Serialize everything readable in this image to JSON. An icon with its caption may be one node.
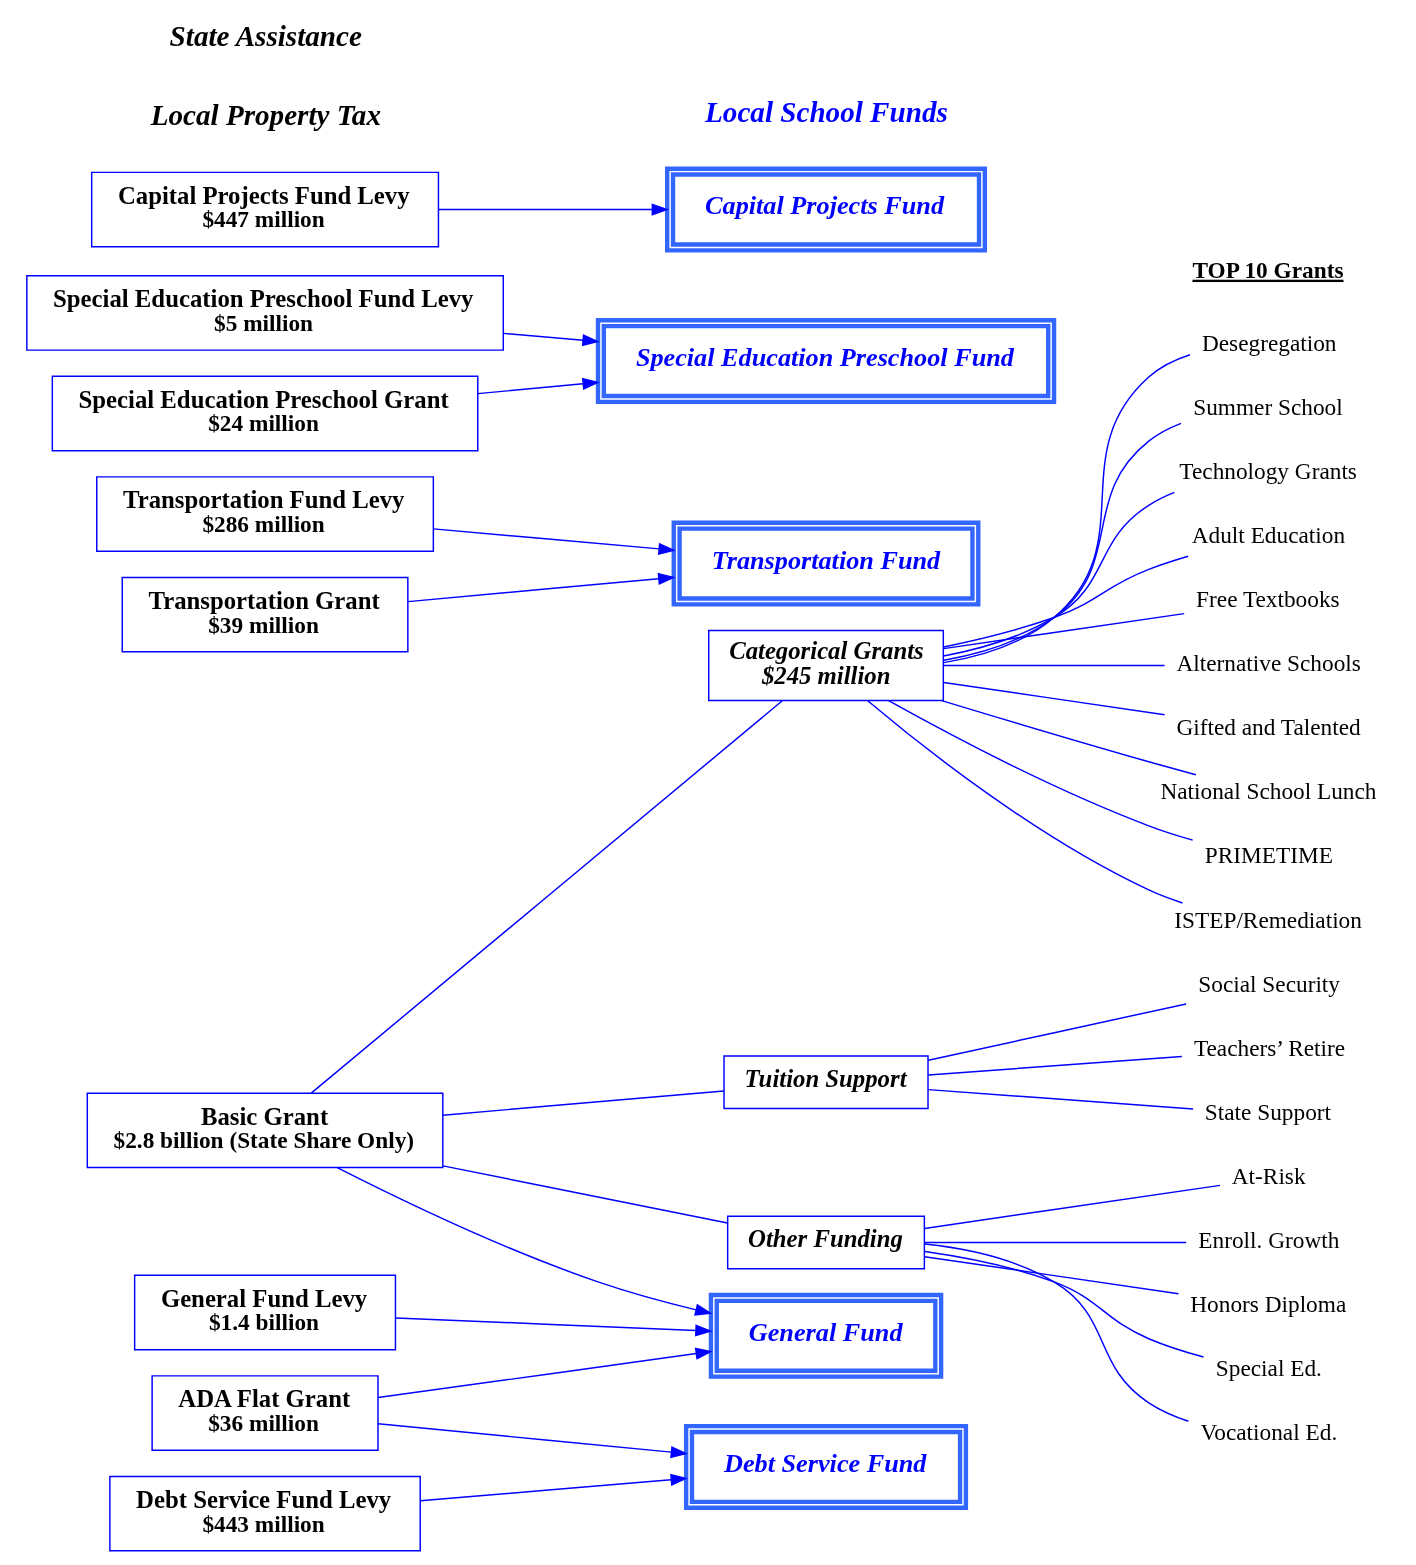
{
  "diagram": {
    "nodes": [
      {
        "text": [
          "General Fund Levy",
          "$1.4 billion"
        ]
      },
      {
        "text": [
          "General Fund"
        ]
      },
      {
        "text": [
          "Basic Grant",
          "$2.8 billion (State Share Only)"
        ]
      },
      {
        "text": [
          "Debt Service Fund Levy",
          "$443 million"
        ]
      },
      {
        "text": [
          "Debt Service Fund"
        ]
      },
      {
        "text": [
          "Tuition Support"
        ]
      },
      {
        "text": [
          "Other Funding"
        ]
      },
      {
        "text": [
          "State Support"
        ]
      },
      {
        "text": [
          "Social Security"
        ]
      },
      {
        "text": [
          "Teachers’ Retire"
        ]
      },
      {
        "text": [
          "Special Ed."
        ]
      },
      {
        "text": [
          "Vocational Ed."
        ]
      },
      {
        "text": [
          "At-Risk"
        ]
      },
      {
        "text": [
          "Enroll. Growth"
        ]
      },
      {
        "text": [
          "Honors Diploma"
        ]
      },
      {
        "text": [
          "Transportation Fund Levy",
          "$286 million"
        ]
      },
      {
        "text": [
          "Transportation Fund"
        ]
      },
      {
        "text": [
          "Categorical Grants",
          "$245 million"
        ]
      },
      {
        "text": [
          "PRIMETIME"
        ]
      },
      {
        "text": [
          "ISTEP/Remediation"
        ]
      },
      {
        "text": [
          "Desegregation"
        ]
      },
      {
        "text": [
          "Summer School"
        ]
      },
      {
        "text": [
          "Technology Grants"
        ]
      },
      {
        "text": [
          "Adult Education"
        ]
      },
      {
        "text": [
          "Free Textbooks"
        ]
      },
      {
        "text": [
          "Alternative Schools"
        ]
      },
      {
        "text": [
          "Gifted and Talented"
        ]
      },
      {
        "text": [
          "National School Lunch"
        ]
      },
      {
        "text": [
          "Special Education Preschool Fund Levy",
          "$5 million"
        ]
      },
      {
        "text": [
          "Special Education Preschool Fund"
        ]
      },
      {
        "text": [
          "Capital Projects Fund Levy",
          "$447 million"
        ]
      },
      {
        "text": [
          "Capital Projects Fund"
        ]
      },
      {
        "text": [
          "ADA Flat Grant",
          "$36 million"
        ]
      },
      {
        "text": [
          "Transportation Grant",
          "$39 million"
        ]
      },
      {
        "text": [
          "Special Education Preschool Grant",
          "$24 million"
        ]
      }
    ],
    "edges": [
      {
        "from": 0,
        "to": 1,
        "arrow": "to"
      },
      {
        "from": 3,
        "to": 4,
        "arrow": "to"
      },
      {
        "from": 15,
        "to": 16,
        "arrow": "to"
      },
      {
        "from": 28,
        "to": 29,
        "arrow": "to"
      },
      {
        "from": 30,
        "to": 31,
        "arrow": "to"
      },
      {
        "from": 2,
        "to": 1,
        "arrow": "to"
      },
      {
        "from": 32,
        "to": 1,
        "arrow": "to"
      },
      {
        "from": 32,
        "to": 4,
        "arrow": "to"
      },
      {
        "from": 33,
        "to": 16,
        "arrow": "to"
      },
      {
        "from": 34,
        "to": 29,
        "arrow": "to"
      },
      {
        "from": 2,
        "to": 5,
        "arrow": "none"
      },
      {
        "from": 2,
        "to": 6,
        "arrow": "none"
      },
      {
        "from": 2,
        "to": 17,
        "arrow": "none"
      },
      {
        "from": 5,
        "to": 7,
        "arrow": "none"
      },
      {
        "from": 5,
        "to": 8,
        "arrow": "none"
      },
      {
        "from": 5,
        "to": 9,
        "arrow": "none"
      },
      {
        "from": 6,
        "to": 10,
        "arrow": "none"
      },
      {
        "from": 6,
        "to": 11,
        "arrow": "none"
      },
      {
        "from": 6,
        "to": 12,
        "arrow": "none"
      },
      {
        "from": 6,
        "to": 13,
        "arrow": "none"
      },
      {
        "from": 6,
        "to": 14,
        "arrow": "none"
      },
      {
        "from": 17,
        "to": 18,
        "arrow": "none"
      },
      {
        "from": 17,
        "to": 19,
        "arrow": "none"
      },
      {
        "from": 17,
        "to": 20,
        "arrow": "none"
      },
      {
        "from": 17,
        "to": 21,
        "arrow": "none"
      },
      {
        "from": 17,
        "to": 22,
        "arrow": "none"
      },
      {
        "from": 17,
        "to": 23,
        "arrow": "none"
      },
      {
        "from": 17,
        "to": 24,
        "arrow": "none"
      },
      {
        "from": 17,
        "to": 25,
        "arrow": "none"
      },
      {
        "from": 17,
        "to": 26,
        "arrow": "none"
      },
      {
        "from": 17,
        "to": 27,
        "arrow": "none"
      }
    ],
    "labels": [
      "Local Property Tax",
      "Local School Funds",
      "State Assistance",
      "TOP 10 Grants"
    ]
  }
}
